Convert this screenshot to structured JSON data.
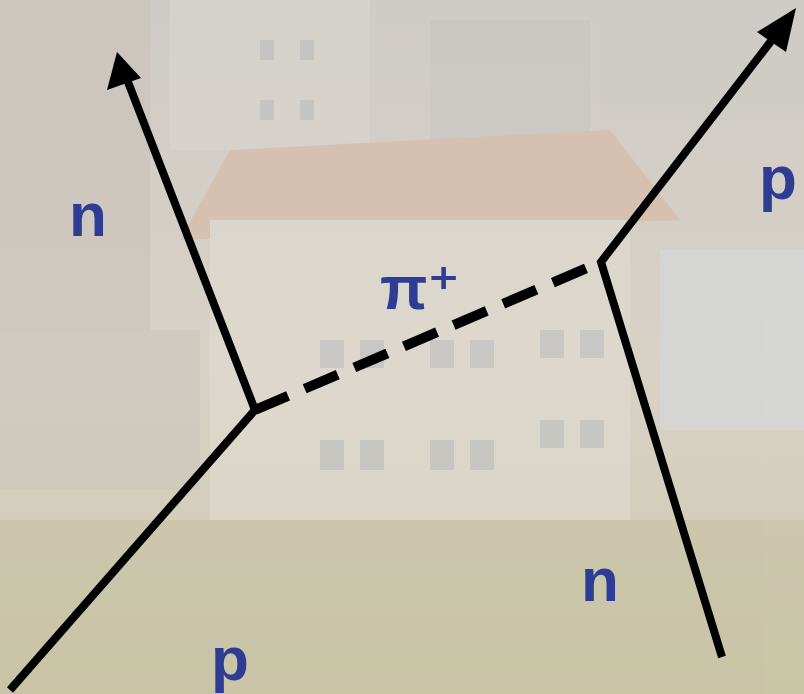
{
  "diagram": {
    "labels": [
      "p",
      "n",
      "π⁺",
      "n",
      "p"
    ]
  }
}
